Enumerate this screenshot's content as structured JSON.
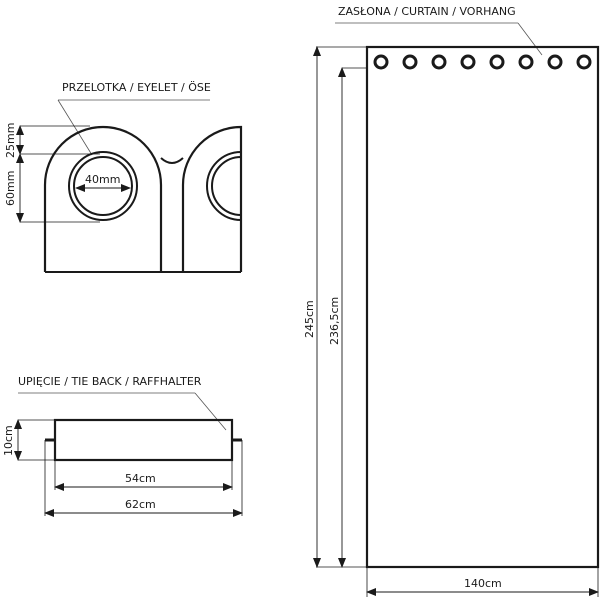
{
  "eyelet_detail": {
    "label": "PRZELOTKA / EYELET / ÖSE",
    "top_offset": "25mm",
    "height": "60mm",
    "diameter": "40mm"
  },
  "tie_back": {
    "label": "UPIĘCIE / TIE BACK / RAFFHALTER",
    "height": "10cm",
    "inner_width": "54cm",
    "total_width": "62cm"
  },
  "curtain": {
    "label": "ZASŁONA / CURTAIN / VORHANG",
    "total_height": "245cm",
    "height_below_eyelet": "236,5cm",
    "width": "140cm",
    "eyelet_count": 8
  },
  "colors": {
    "line": "#1a1a1a",
    "leader": "#555555",
    "background": "#ffffff"
  }
}
